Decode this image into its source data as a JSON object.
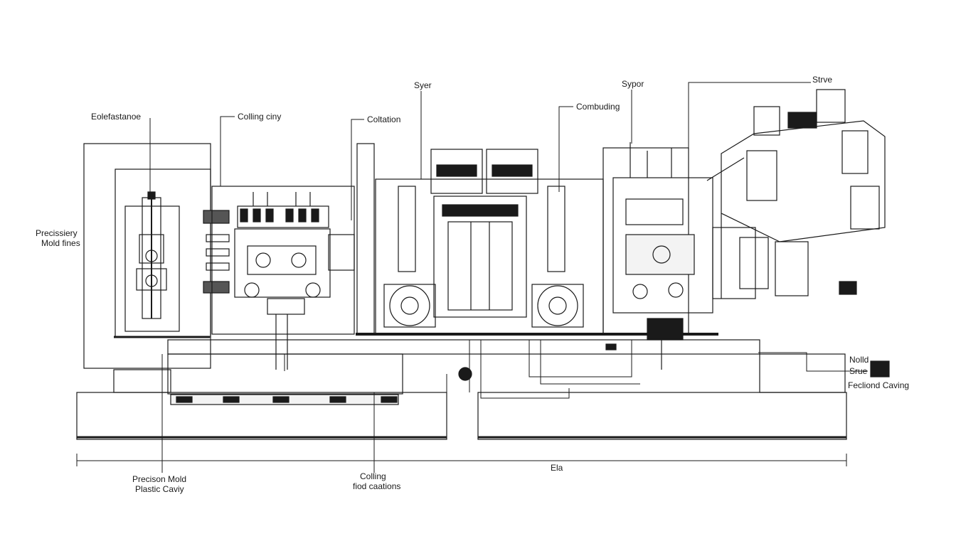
{
  "labels": {
    "top_left_1": "Eolefastanoe",
    "top_cooling": "Colling ciny",
    "top_coltation": "Coltation",
    "top_syer": "Syer",
    "top_combuding": "Combuding",
    "top_sypor": "Sypor",
    "top_strve": "Strve",
    "left_line1": "Precissiery",
    "left_line2": "Mold fines",
    "right_line1": "Nolld",
    "right_line2": "Srue",
    "right_line3": "Fecliond Caving",
    "bottom_left_line1": "Precison Mold",
    "bottom_left_line2": "Plastic Caviy",
    "bottom_mid_line1": "Colling",
    "bottom_mid_line2": "fiod caations",
    "dimension": "Ela"
  }
}
